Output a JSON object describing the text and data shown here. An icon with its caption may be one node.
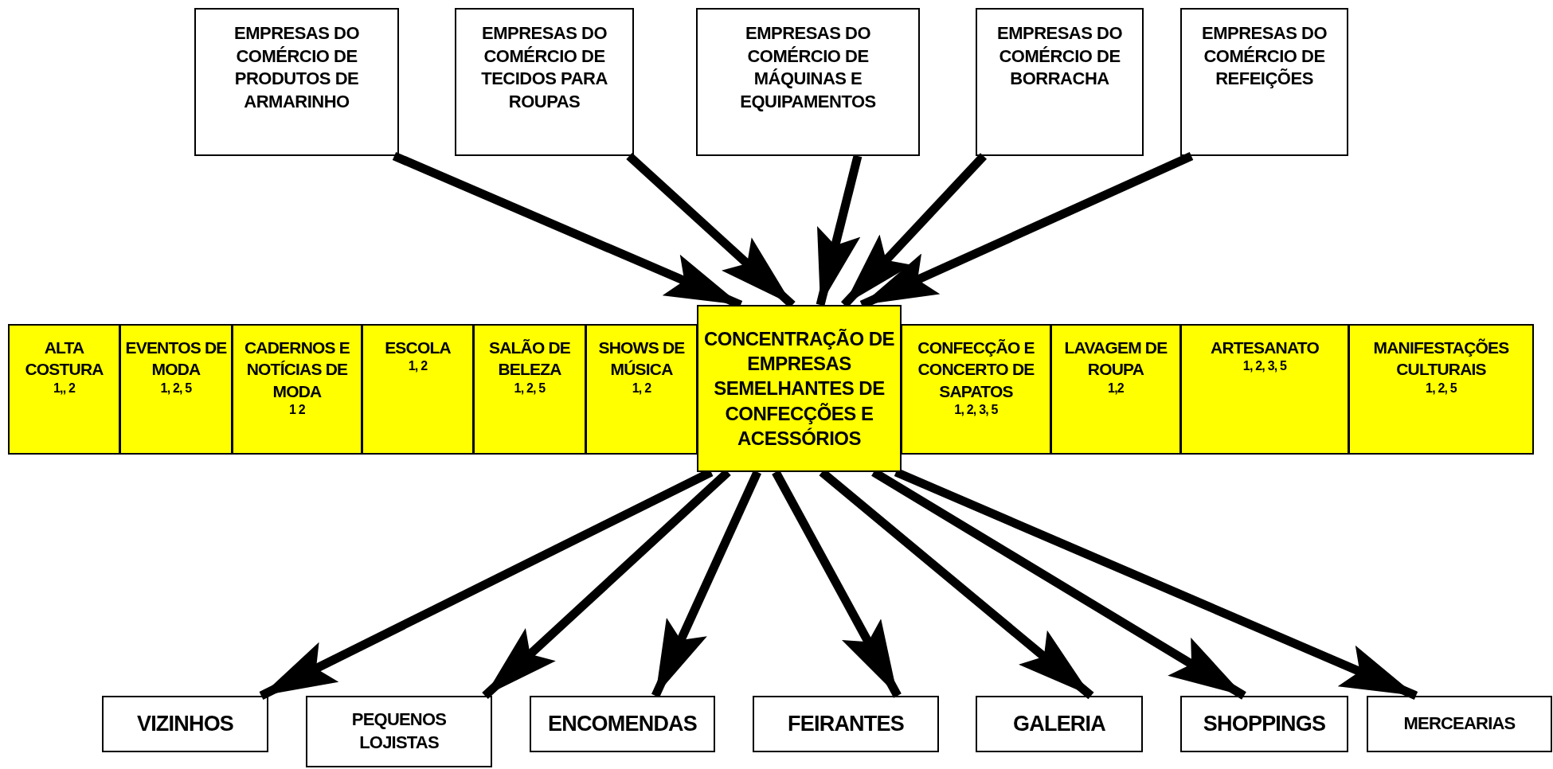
{
  "diagram": {
    "nodes": [
      {
        "text": [
          "EMPRESAS DO COMÉRCIO DE PRODUTOS DE ARMARINHO"
        ]
      },
      {
        "text": [
          "EMPRESAS DO COMÉRCIO DE TECIDOS PARA ROUPAS"
        ]
      },
      {
        "text": [
          "EMPRESAS DO COMÉRCIO DE MÁQUINAS E EQUIPAMENTOS"
        ]
      },
      {
        "text": [
          "EMPRESAS DO COMÉRCIO DE BORRACHA"
        ]
      },
      {
        "text": [
          "EMPRESAS DO COMÉRCIO DE REFEIÇÕES"
        ]
      },
      {
        "text": [
          "ALTA COSTURA",
          "1,, 2"
        ]
      },
      {
        "text": [
          "EVENTOS DE MODA",
          "1, 2, 5"
        ]
      },
      {
        "text": [
          "CADERNOS E NOTÍCIAS DE MODA",
          "1 2"
        ]
      },
      {
        "text": [
          "ESCOLA",
          "1, 2"
        ]
      },
      {
        "text": [
          "SALÃO DE BELEZA",
          "1, 2, 5"
        ]
      },
      {
        "text": [
          "SHOWS DE MÚSICA",
          "1, 2"
        ]
      },
      {
        "text": [
          "CONCENTRAÇÃO DE EMPRESAS SEMELHANTES DE CONFECÇÕES E ACESSÓRIOS"
        ]
      },
      {
        "text": [
          "CONFECÇÃO E CONCERTO DE SAPATOS",
          "1, 2,  3, 5"
        ]
      },
      {
        "text": [
          "LAVAGEM DE ROUPA",
          "1,2"
        ]
      },
      {
        "text": [
          "ARTESANATO",
          "1, 2, 3, 5"
        ]
      },
      {
        "text": [
          "MANIFESTAÇÕES CULTURAIS",
          "1, 2, 5"
        ]
      },
      {
        "text": [
          "VIZINHOS"
        ]
      },
      {
        "text": [
          "PEQUENOS LOJISTAS"
        ]
      },
      {
        "text": [
          "ENCOMENDAS"
        ]
      },
      {
        "text": [
          "FEIRANTES"
        ]
      },
      {
        "text": [
          "GALERIA"
        ]
      },
      {
        "text": [
          "SHOPPINGS"
        ]
      },
      {
        "text": [
          "MERCEARIAS"
        ]
      }
    ],
    "edges": [
      {
        "from": 0,
        "to": 11,
        "arrow": "to"
      },
      {
        "from": 1,
        "to": 11,
        "arrow": "to"
      },
      {
        "from": 2,
        "to": 11,
        "arrow": "to"
      },
      {
        "from": 3,
        "to": 11,
        "arrow": "to"
      },
      {
        "from": 4,
        "to": 11,
        "arrow": "to"
      },
      {
        "from": 11,
        "to": 16,
        "arrow": "to"
      },
      {
        "from": 11,
        "to": 17,
        "arrow": "to"
      },
      {
        "from": 11,
        "to": 18,
        "arrow": "to"
      },
      {
        "from": 11,
        "to": 19,
        "arrow": "to"
      },
      {
        "from": 11,
        "to": 20,
        "arrow": "to"
      },
      {
        "from": 11,
        "to": 21,
        "arrow": "to"
      },
      {
        "from": 11,
        "to": 22,
        "arrow": "to"
      }
    ]
  }
}
